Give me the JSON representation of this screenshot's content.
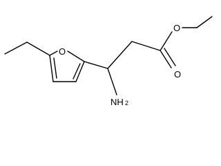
{
  "molecule": {
    "atom_labels": {
      "furan_oxygen": "O",
      "ester_oxygen": "O",
      "carbonyl_oxygen": "O",
      "amine_main": "NH",
      "amine_sub": "2"
    }
  }
}
